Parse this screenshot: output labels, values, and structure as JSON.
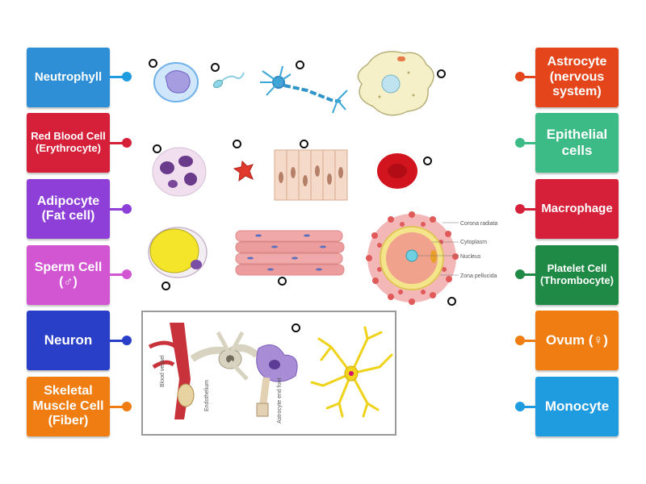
{
  "left_labels": [
    {
      "text": "Neutrophyll",
      "color": "#2f8fd6",
      "dot_color": "#1f9be0"
    },
    {
      "text": "Red Blood Cell (Erythrocyte)",
      "color": "#d61f38",
      "dot_color": "#d61f38"
    },
    {
      "text": "Adipocyte (Fat cell)",
      "color": "#8e3fd8",
      "dot_color": "#8e3fd8"
    },
    {
      "text": "Sperm Cell (♂)",
      "color": "#d255d2",
      "dot_color": "#d255d2"
    },
    {
      "text": "Neuron",
      "color": "#2a3fc8",
      "dot_color": "#2a3fc8"
    },
    {
      "text": "Skeletal Muscle Cell (Fiber)",
      "color": "#f07d12",
      "dot_color": "#f07d12"
    }
  ],
  "right_labels": [
    {
      "text": "Astrocyte (nervous system)",
      "color": "#e4451a",
      "dot_color": "#e4451a"
    },
    {
      "text": "Epithelial cells",
      "color": "#3dbb86",
      "dot_color": "#3dbb86"
    },
    {
      "text": "Macrophage",
      "color": "#d61f38",
      "dot_color": "#d61f38"
    },
    {
      "text": "Platelet Cell (Thrombocyte)",
      "color": "#1f8a45",
      "dot_color": "#1f8a45"
    },
    {
      "text": "Ovum (♀)",
      "color": "#f07d12",
      "dot_color": "#f07d12"
    },
    {
      "text": "Monocyte",
      "color": "#1f9be0",
      "dot_color": "#1f9be0"
    }
  ],
  "ovum_annotations": {
    "corona": "Corona radiata",
    "cytoplasm": "Cytoplasm",
    "nucleus": "Nucleus",
    "zona": "Zona pellucida"
  },
  "neuron_annotations": {
    "blood_vessel": "Blood vessel",
    "endothelium": "Endothelium",
    "astro_process": "Astrocyte end foot"
  }
}
